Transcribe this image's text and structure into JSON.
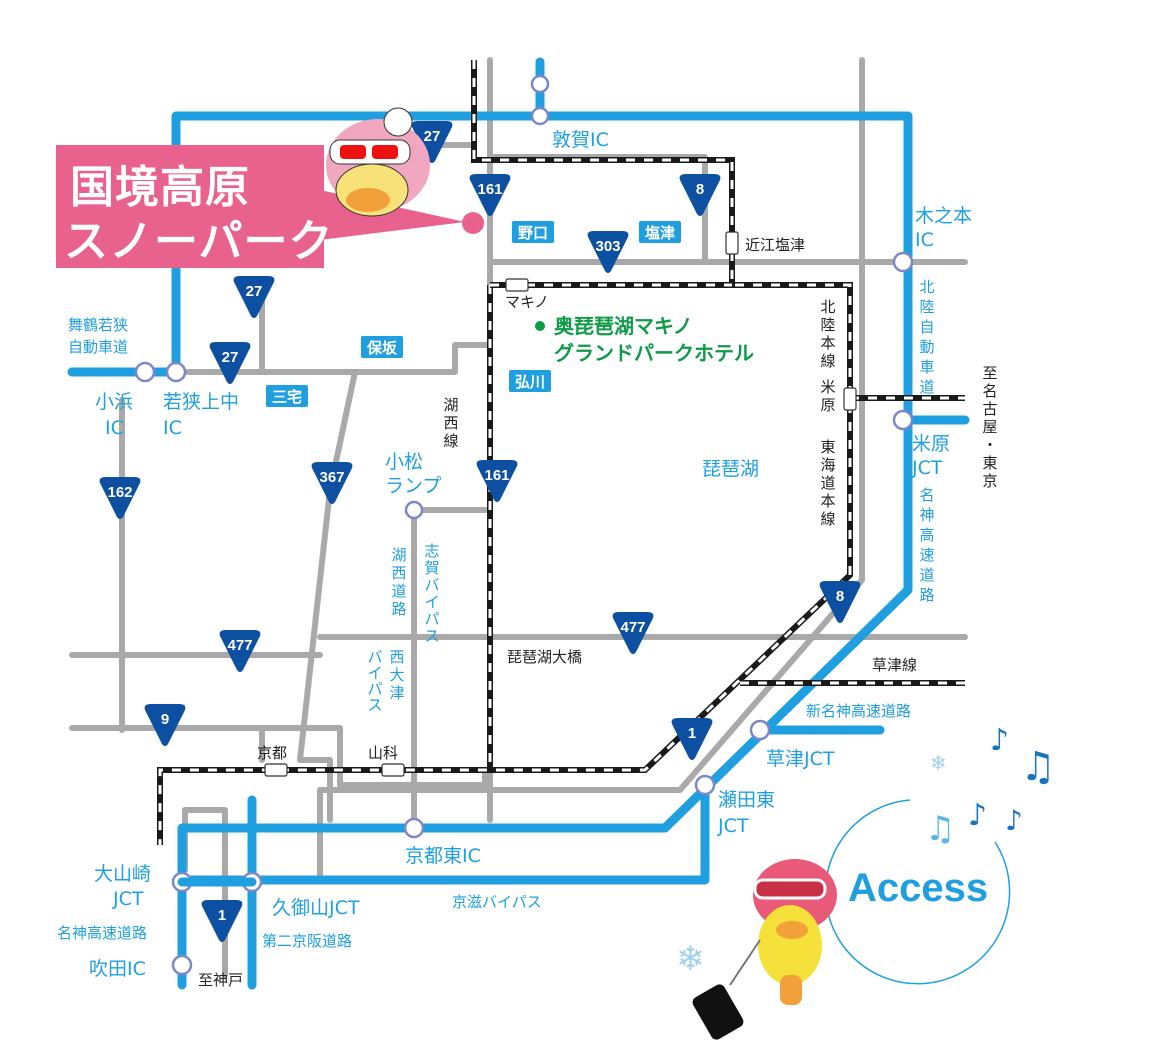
{
  "title": {
    "line1": "国境高原",
    "line2": "スノーパーク",
    "color": "#e9618d"
  },
  "access_label": "Access",
  "colors": {
    "expressway": "#1f9fe0",
    "road": "#a9a9a9",
    "shield": "#0d4fa0",
    "hotel": "#0f9a48"
  },
  "interchanges": {
    "tsuruga": "敦賀IC",
    "kinomoto": [
      "木之本",
      "IC"
    ],
    "obama": [
      "小浜",
      "IC"
    ],
    "wakasa": [
      "若狭上中",
      "IC"
    ],
    "komatsu": [
      "小松",
      "ランプ"
    ],
    "maibara": [
      "米原",
      "JCT"
    ],
    "kusatsu": "草津JCT",
    "setahigashi": [
      "瀬田東",
      "JCT"
    ],
    "kyotohigashi": "京都東IC",
    "oyamazaki": [
      "大山崎",
      "JCT"
    ],
    "kumiyama": "久御山JCT",
    "suita": "吹田IC"
  },
  "expressways": {
    "maizuru": [
      "舞鶴若狭",
      "自動車道"
    ],
    "hokuriku": "北陸自動車道",
    "meishin_east": "名神高速道路",
    "shin_meishin": "新名神高速道路",
    "keiji": "京滋バイパス",
    "meishin_west": "名神高速道路",
    "daini_keihan": "第二京阪道路"
  },
  "roads": {
    "kosei_doro": "湖西道路",
    "shiga_bypass": "志賀バイパス",
    "nishi_otsu": [
      "西大津",
      "バイパス"
    ],
    "biwako_ohashi": "琵琶湖大橋"
  },
  "shields": [
    "27",
    "27",
    "27",
    "161",
    "161",
    "8",
    "8",
    "303",
    "162",
    "367",
    "477",
    "477",
    "9",
    "1",
    "1"
  ],
  "tags": [
    "野口",
    "塩津",
    "保坂",
    "三宅",
    "弘川"
  ],
  "rail": {
    "hokuriku_line": "北陸本線",
    "tokaido_line": "東海道本線",
    "kosei_line": "湖西線",
    "kusatsu_line": "草津線",
    "maibara_label": "米原"
  },
  "stations": {
    "omi_shiotsu": "近江塩津",
    "makino": "マキノ",
    "kyoto": "京都",
    "yamashina": "山科"
  },
  "places": {
    "hotel": [
      "奥琵琶湖マキノ",
      "グランドパークホテル"
    ],
    "lake": "琵琶湖",
    "to_nagoya": "至名古屋・東京",
    "to_kobe": "至神戸"
  }
}
